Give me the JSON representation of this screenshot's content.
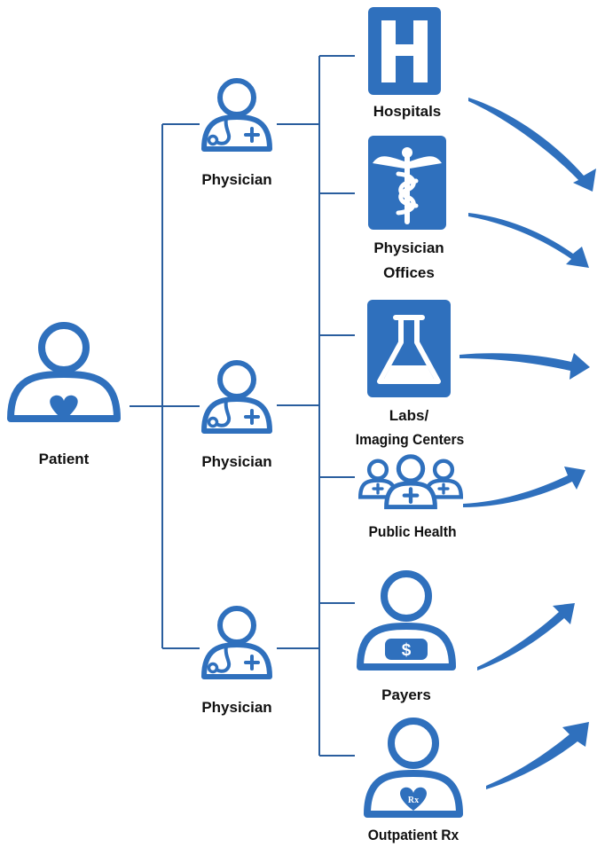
{
  "colors": {
    "primary": "#2f70bd",
    "line": "#2a5e9e",
    "arrow": "#2f70bd",
    "text": "#111111"
  },
  "patient": {
    "label": "Patient",
    "icon": "person-heart-icon"
  },
  "physicians": [
    {
      "label": "Physician",
      "icon": "physician-stethoscope-icon"
    },
    {
      "label": "Physician",
      "icon": "physician-stethoscope-icon"
    },
    {
      "label": "Physician",
      "icon": "physician-stethoscope-icon"
    }
  ],
  "destinations": {
    "hospitals": {
      "label": "Hospitals",
      "icon": "hospital-h-icon"
    },
    "physician_offices": {
      "line1": "Physician",
      "line2": "Offices",
      "icon": "caduceus-icon"
    },
    "labs": {
      "line1": "Labs/",
      "line2": "Imaging Centers",
      "icon": "flask-icon"
    },
    "public_health": {
      "label": "Public Health",
      "icon": "people-group-icon"
    },
    "payers": {
      "label": "Payers",
      "icon": "person-dollar-icon"
    },
    "outpatient_rx": {
      "label": "Outpatient Rx",
      "icon": "person-rx-icon",
      "badge": "Rx"
    }
  }
}
